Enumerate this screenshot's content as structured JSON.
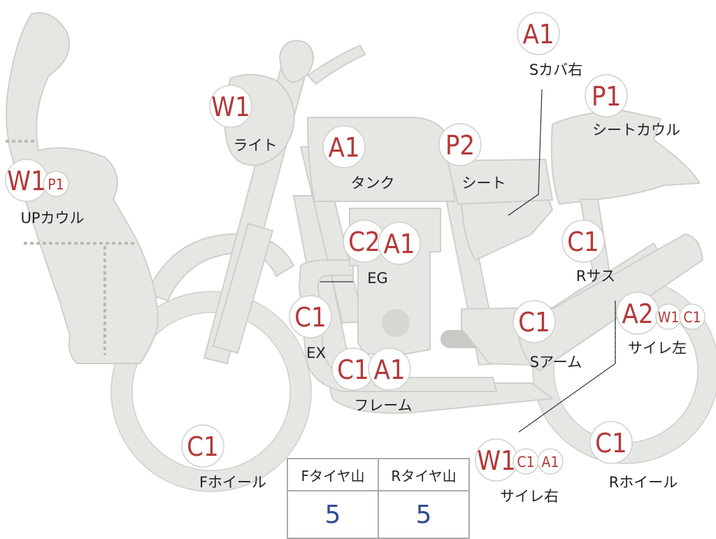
{
  "parts": [
    {
      "name": "UPカウル",
      "badges": [
        "W1",
        "P1"
      ]
    },
    {
      "name": "ライト",
      "badges": [
        "W1"
      ]
    },
    {
      "name": "タンク",
      "badges": [
        "A1"
      ]
    },
    {
      "name": "シート",
      "badges": [
        "P2"
      ]
    },
    {
      "name": "Sカバ右",
      "badges": [
        "A1"
      ]
    },
    {
      "name": "シートカウル",
      "badges": [
        "P1"
      ]
    },
    {
      "name": "EG",
      "badges": [
        "C2",
        "A1"
      ]
    },
    {
      "name": "Rサス",
      "badges": [
        "C1"
      ]
    },
    {
      "name": "EX",
      "badges": [
        "C1"
      ]
    },
    {
      "name": "Sアーム",
      "badges": [
        "C1"
      ]
    },
    {
      "name": "サイレ左",
      "badges": [
        "A2",
        "W1",
        "C1"
      ]
    },
    {
      "name": "フレーム",
      "badges": [
        "C1",
        "A1"
      ]
    },
    {
      "name": "Fホイール",
      "badges": [
        "C1"
      ]
    },
    {
      "name": "サイレ右",
      "badges": [
        "W1",
        "C1",
        "A1"
      ]
    },
    {
      "name": "Rホイール",
      "badges": [
        "C1"
      ]
    }
  ],
  "tyre_table": {
    "headers": [
      "Fタイヤ山",
      "Rタイヤ山"
    ],
    "values": [
      "5",
      "5"
    ]
  }
}
